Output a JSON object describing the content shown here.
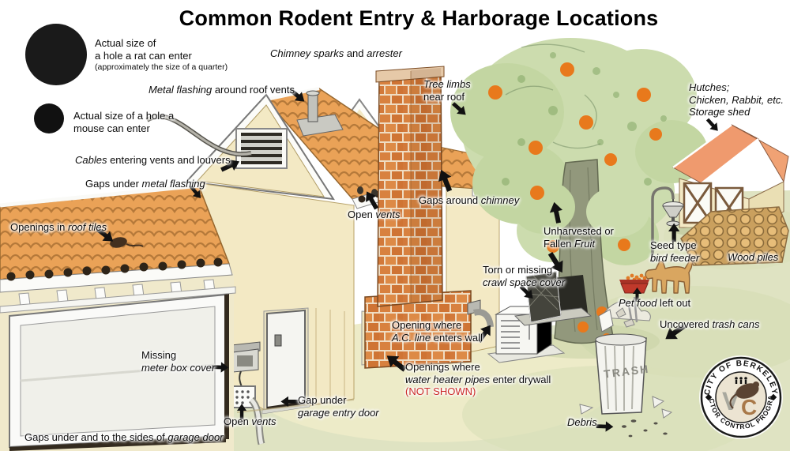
{
  "title": "Common Rodent Entry & Harborage Locations",
  "legend": {
    "rat": {
      "segments": [
        {
          "t": "Actual size of"
        },
        {
          "br": true
        },
        {
          "t": "a hole a rat can enter"
        }
      ],
      "note": "(approximately the size of a quarter)"
    },
    "mouse": {
      "segments": [
        {
          "t": "Actual size of a hole a"
        },
        {
          "br": true
        },
        {
          "t": "mouse can enter"
        }
      ]
    }
  },
  "labels": {
    "chimney_sparks": [
      {
        "t": "Chimney sparks",
        "i": true
      },
      {
        "t": " and "
      },
      {
        "t": "arrester",
        "i": true
      }
    ],
    "metal_flashing": [
      {
        "t": "Metal flashing",
        "i": true
      },
      {
        "t": " around roof vents"
      }
    ],
    "tree_limbs": [
      {
        "t": "Tree limbs",
        "i": true
      },
      {
        "br": true
      },
      {
        "t": "near roof"
      }
    ],
    "hutches": [
      {
        "t": "Hutches;",
        "i": true
      },
      {
        "br": true
      },
      {
        "t": "Chicken, Rabbit, etc.",
        "i": true
      },
      {
        "br": true
      },
      {
        "t": "Storage shed",
        "i": true
      }
    ],
    "cables": [
      {
        "t": "Cables",
        "i": true
      },
      {
        "t": " entering vents and louvers"
      }
    ],
    "gaps_metal_flashing": [
      {
        "t": "Gaps under "
      },
      {
        "t": "metal flashing",
        "i": true
      }
    ],
    "openings_roof_tiles": [
      {
        "t": "Openings in "
      },
      {
        "t": "roof tiles",
        "i": true
      }
    ],
    "open_vents_upper": [
      {
        "t": "Open "
      },
      {
        "t": "vents",
        "i": true
      }
    ],
    "gaps_chimney": [
      {
        "t": "Gaps around "
      },
      {
        "t": "chimney",
        "i": true
      }
    ],
    "unharvested_fruit": [
      {
        "t": "Unharvested or"
      },
      {
        "br": true
      },
      {
        "t": "Fallen "
      },
      {
        "t": "Fruit",
        "i": true
      }
    ],
    "seed_bird_feeder": [
      {
        "t": "Seed type"
      },
      {
        "br": true
      },
      {
        "t": "bird feeder",
        "i": true
      }
    ],
    "wood_piles": [
      {
        "t": "Wood piles",
        "i": true
      }
    ],
    "torn_crawl_space": [
      {
        "t": "Torn or missing"
      },
      {
        "br": true
      },
      {
        "t": "crawl space cover",
        "i": true
      }
    ],
    "pet_food": [
      {
        "t": "Pet food",
        "i": true
      },
      {
        "t": " left out"
      }
    ],
    "uncovered_trash": [
      {
        "t": "Uncovered "
      },
      {
        "t": "trash cans",
        "i": true
      }
    ],
    "missing_meter_box": [
      {
        "t": "Missing"
      },
      {
        "br": true
      },
      {
        "t": "meter box cover",
        "i": true
      }
    ],
    "opening_ac_line": [
      {
        "t": "Opening where"
      },
      {
        "br": true
      },
      {
        "t": "A.C. line",
        "i": true
      },
      {
        "t": " enters wall"
      }
    ],
    "openings_water_heater": [
      {
        "t": "Openings where"
      },
      {
        "br": true
      },
      {
        "t": "water heater pipes",
        "i": true
      },
      {
        "t": " enter drywall"
      },
      {
        "br": true
      },
      {
        "t": "(NOT SHOWN)",
        "c": "#cc2a2a"
      }
    ],
    "gap_garage_entry": [
      {
        "t": "Gap under"
      },
      {
        "br": true
      },
      {
        "t": "garage entry door",
        "i": true
      }
    ],
    "open_vents_lower": [
      {
        "t": "Open "
      },
      {
        "t": "vents",
        "i": true
      }
    ],
    "debris": [
      {
        "t": "Debris",
        "i": true
      }
    ],
    "gaps_garage_door": [
      {
        "t": "Gaps under and to the sides of "
      },
      {
        "t": "garage door",
        "i": true
      }
    ]
  },
  "seal": {
    "top": "CITY OF BERKELEY",
    "bottom": "VECTOR CONTROL PROGRAM",
    "monogram": "VC"
  },
  "trash_can_text": "TRASH",
  "colors": {
    "ground": "#dfe3c2",
    "wall": "#f3e9c4",
    "roof_tile": "#eaa257",
    "brick": "#d8813f",
    "shed_roof": "#ef9a6e",
    "foliage": "#ccdcae",
    "fruit": "#e8791c",
    "not_shown_red": "#cc2a2a",
    "arrow": "#111111"
  }
}
